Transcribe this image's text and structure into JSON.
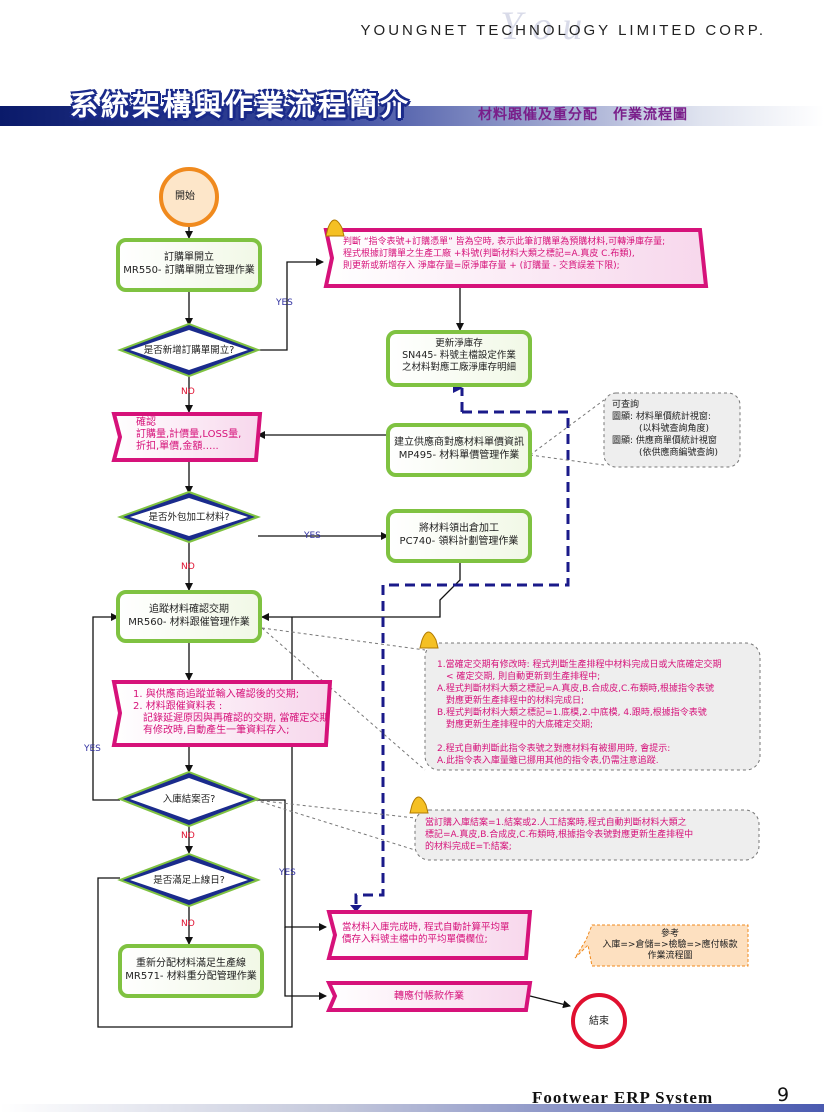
{
  "header": {
    "company": "YOUNGNET TECHNOLOGY LIMITED CORP.",
    "main_title": "系統架構與作業流程簡介",
    "sub_title": "材料跟催及重分配　作業流程圖"
  },
  "nodes": {
    "start": "開始",
    "po_open": "訂購單開立\nMR550- 訂購單開立管理作業",
    "note_po": "判斷 “指令表號+訂購憑單” 皆為空時, 表示此筆訂購單為預購材料,可轉淨庫存量;\n程式根據訂購單之生產工廠 +料號(判斷材料大類之標記=A.真皮 C.布類),\n則更新或新增存入 淨庫存量=原淨庫存量 + (訂購量 - 交貨誤差下限);",
    "decision_new_po": "是否新增訂購單開立?",
    "update_stock": "更新淨庫存\nSN445- 料號主檔設定作業\n之材料對應工廠淨庫存明細",
    "query_note": "可查詢\n圖顯: 材料單價統計視窗:\n　　　(以料號查詢角度)\n圖顯: 供應商單價統計視窗\n　　　(依供應商編號查詢)",
    "confirm": "確認\n訂購量,計價量,LOSS量,\n折扣,單價,金額…..",
    "supplier_price": "建立供應商對應材料單價資訊\nMP495- 材料單價管理作業",
    "decision_outsource": "是否外包加工材料?",
    "issue_material": "將材料領出倉加工\nPC740- 領料計劃管理作業",
    "track_delivery": "追蹤材料確認交期\nMR560- 材料跟催管理作業",
    "note_delivery": "1.當確定交期有修改時: 程式判斷生產排程中材料完成日或大底確定交期\n　< 確定交期, 則自動更新到生產排程中;\nA.程式判斷材料大類之標記=A.真皮,B.合成皮,C.布類時,根據指令表號\n　對應更新生產排程中的材料完成日;\nB.程式判斷材料大類之標記=1.底模,2.中底模, 4.跟時,根據指令表號\n　對應更新生產排程中的大底確定交期;\n\n2.程式自動判斷此指令表號之對應材料有被挪用時, 會提示:\nA.此指令表入庫量雖已挪用其他的指令表,仍需注意追蹤.",
    "follow_up": "1. 與供應商追蹤並輸入確認後的交期;\n2. 材料跟催資料表 :\n　記錄延遲原因與再確認的交期, 當確定交期\n　有修改時,自動產生一筆資料存入;",
    "decision_closed": "入庫結案否?",
    "note_closed": "當訂購入庫結案=1.結案或2.人工結案時,程式自動判斷材料大類之\n標記=A.真皮,B.合成皮,C.布類時,根據指令表號對應更新生產排程中\n的材料完成E=T:結案;",
    "decision_min": "是否滿足上線日?",
    "stock_in": "當材料入庫完成時, 程式自動計算平均單\n價存入料號主檔中的平均單價欄位;",
    "reference": "參考\n入庫=>倉儲=>檢驗=>應付帳款\n作業流程圖",
    "reallocate": "重新分配材料滿足生產線\nMR571- 材料重分配管理作業",
    "ap": "轉應付帳款作業",
    "end": "結束"
  },
  "labels": {
    "yes": "YES",
    "no": "NO"
  },
  "footer": {
    "system": "Footwear ERP System",
    "page": "9"
  },
  "colors": {
    "process_border": "#7fc241",
    "document_border": "#d6127a",
    "decision_fill": "#1a2b8c",
    "start_border": "#f08a1e",
    "end_border": "#e01030",
    "dashed_flow": "#1a1a8a",
    "note_fill": "#eeeeee"
  }
}
